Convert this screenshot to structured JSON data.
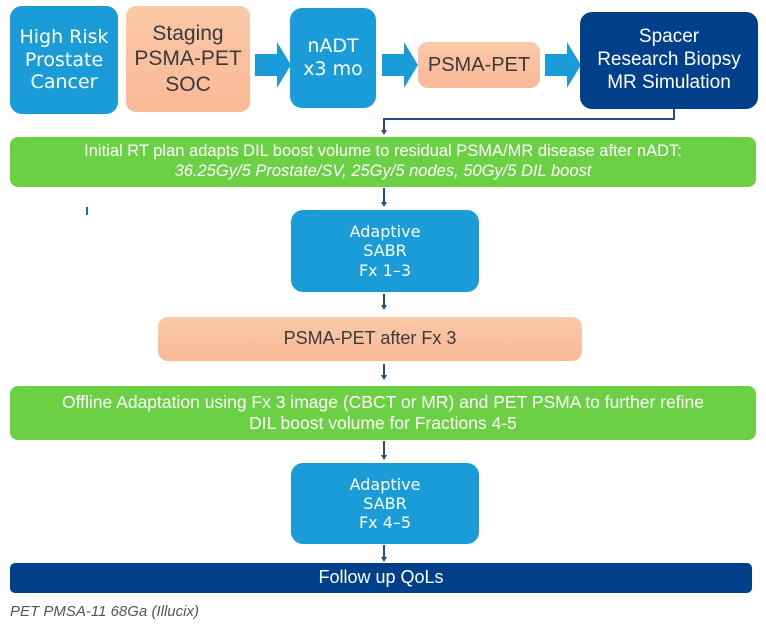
{
  "colors": {
    "blue": "#1a9cd8",
    "peach": "#f9b896",
    "navy": "#003f8a",
    "green": "#6cd045",
    "connector": "#1f4e8c"
  },
  "top_row": [
    {
      "lines": [
        "High Risk",
        "Prostate",
        "Cancer"
      ]
    },
    {
      "lines": [
        "Staging",
        "PSMA-PET",
        "SOC"
      ]
    },
    {
      "lines": [
        "nADT",
        "x3 mo"
      ]
    },
    {
      "lines": [
        "PSMA-PET"
      ]
    },
    {
      "lines": [
        "Spacer",
        "Research Biopsy",
        "MR Simulation"
      ]
    }
  ],
  "initial_plan": {
    "line1": "Initial RT plan adapts DIL boost volume to residual PSMA/MR disease after nADT:",
    "line2": "36.25Gy/5 Prostate/SV, 25Gy/5 nodes, 50Gy/5 DIL boost"
  },
  "sabr_1": {
    "lines": [
      "Adaptive",
      "SABR",
      "Fx 1–3"
    ]
  },
  "pet_after": {
    "label": "PSMA-PET after Fx 3"
  },
  "offline": {
    "line1": "Offline Adaptation using Fx 3 image (CBCT or MR) and PET PSMA to further refine",
    "line2": "DIL boost volume for Fractions 4-5"
  },
  "sabr_2": {
    "lines": [
      "Adaptive",
      "SABR",
      "Fx 4–5"
    ]
  },
  "follow_up": {
    "label": "Follow up QoLs"
  },
  "footnote": "PET PMSA-11 68Ga (Illucix)"
}
